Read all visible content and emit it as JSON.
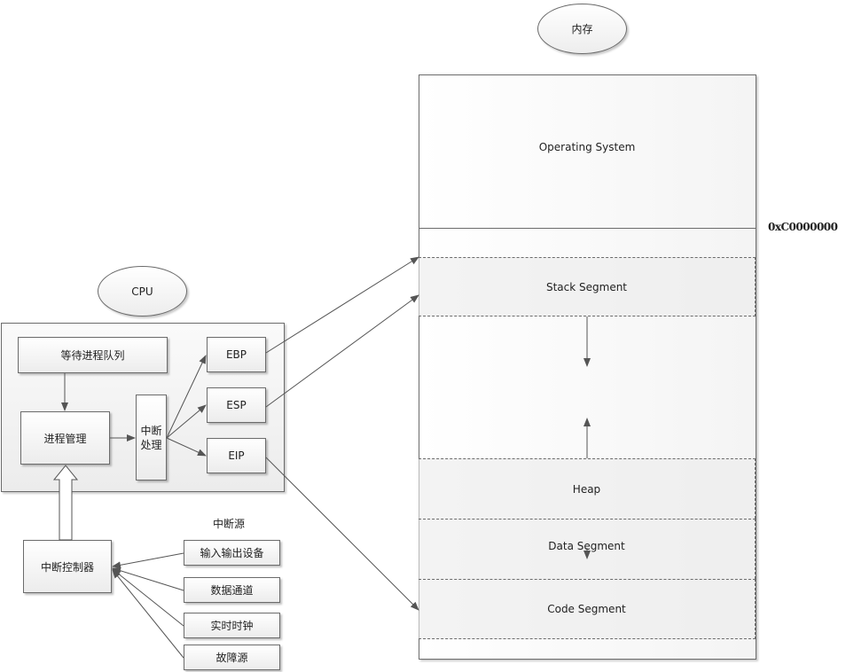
{
  "memory": {
    "title": "内存",
    "os": "Operating System",
    "address": "0xC0000000",
    "stack": "Stack Segment",
    "heap": "Heap",
    "data": "Data Segment",
    "code": "Code Segment"
  },
  "cpu": {
    "title": "CPU",
    "queue": "等待进程队列",
    "process_mgmt": "进程管理",
    "interrupt_handler": "中断处理",
    "ebp": "EBP",
    "esp": "ESP",
    "eip": "EIP"
  },
  "interrupt": {
    "controller": "中断控制器",
    "sources_title": "中断源",
    "sources": [
      "输入输出设备",
      "数据通道",
      "实时时钟",
      "故障源"
    ]
  }
}
